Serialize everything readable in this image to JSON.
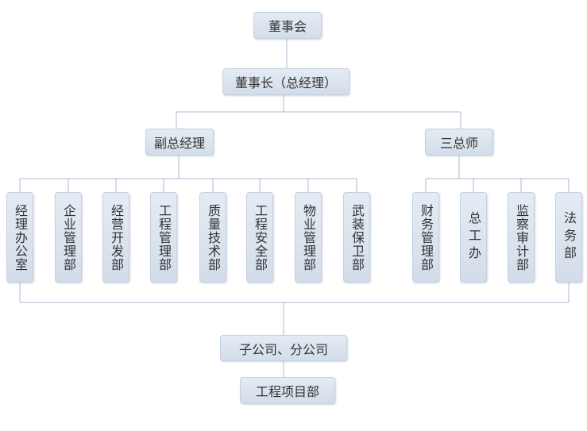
{
  "top": {
    "board": "董事会",
    "chairman": "董事长（总经理）"
  },
  "deputies": {
    "vice_gm": "副总经理",
    "three_chiefs": "三总师"
  },
  "departments_left": [
    "经理办公室",
    "企业管理部",
    "经营开发部",
    "工程管理部",
    "质量技术部",
    "工程安全部",
    "物业管理部",
    "武装保卫部"
  ],
  "departments_right": [
    "财务管理部",
    "总工办",
    "监察审计部",
    "法务部"
  ],
  "bottom": {
    "subsidiaries": "子公司、分公司",
    "project_dept": "工程项目部"
  },
  "colors": {
    "line": "#a9bbd0",
    "box_fill": "#dde5ef",
    "box_border": "#c5d1df"
  }
}
